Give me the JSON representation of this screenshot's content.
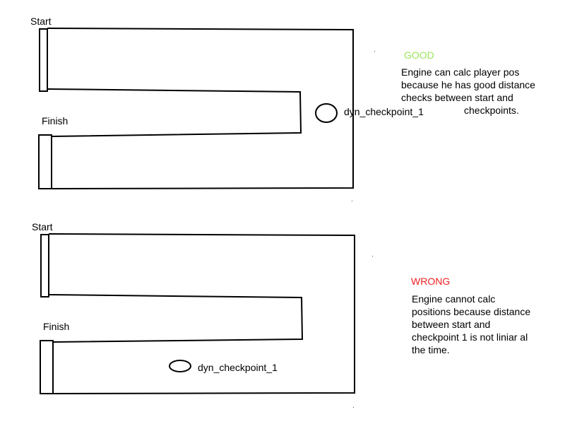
{
  "colors": {
    "good": "#99e55a",
    "wrong": "#ee2222",
    "ink": "#000000"
  },
  "panels": [
    {
      "start_label": "Start",
      "finish_label": "Finish",
      "checkpoint_label": "dyn_checkpoint_1",
      "verdict": "GOOD",
      "note_lines": [
        "Engine can calc player pos",
        "because he has good distance",
        "checks between start and",
        "checkpoints."
      ]
    },
    {
      "start_label": "Start",
      "finish_label": "Finish",
      "checkpoint_label": "dyn_checkpoint_1",
      "verdict": "WRONG",
      "note_lines": [
        "Engine cannot calc",
        "positions because distance",
        "between start and",
        "checkpoint 1 is not liniar al",
        "the time."
      ]
    }
  ]
}
